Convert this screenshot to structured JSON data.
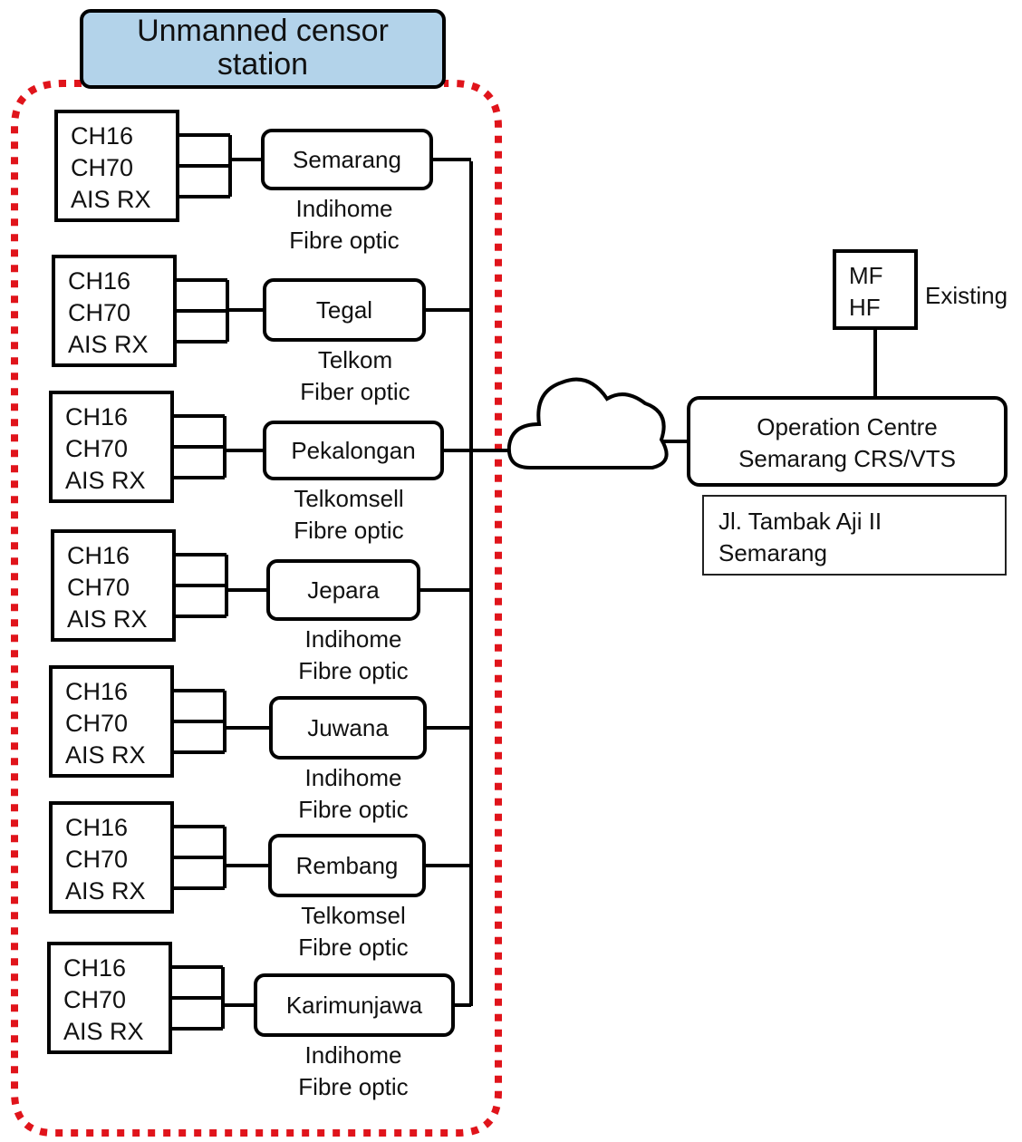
{
  "title": {
    "line1": "Unmanned  censor",
    "line2": "station"
  },
  "stations": [
    {
      "channels": [
        "CH16",
        "CH70",
        "AIS RX"
      ],
      "name": "Semarang",
      "provider": "Indihome",
      "link": "Fibre optic"
    },
    {
      "channels": [
        "CH16",
        "CH70",
        "AIS RX"
      ],
      "name": "Tegal",
      "provider": "Telkom",
      "link": "Fiber optic"
    },
    {
      "channels": [
        "CH16",
        "CH70",
        "AIS RX"
      ],
      "name": "Pekalongan",
      "provider": "Telkomsell",
      "link": "Fibre optic"
    },
    {
      "channels": [
        "CH16",
        "CH70",
        "AIS RX"
      ],
      "name": "Jepara",
      "provider": "Indihome",
      "link": "Fibre optic"
    },
    {
      "channels": [
        "CH16",
        "CH70",
        "AIS RX"
      ],
      "name": "Juwana",
      "provider": "Indihome",
      "link": "Fibre optic"
    },
    {
      "channels": [
        "CH16",
        "CH70",
        "AIS RX"
      ],
      "name": "Rembang",
      "provider": "Telkomsel",
      "link": "Fibre optic"
    },
    {
      "channels": [
        "CH16",
        "CH70",
        "AIS RX"
      ],
      "name": "Karimunjawa",
      "provider": "Indihome",
      "link": "Fibre optic"
    }
  ],
  "operation_centre": {
    "line1": "Operation Centre",
    "line2": "Semarang CRS/VTS"
  },
  "address": {
    "line1": "Jl. Tambak Aji II",
    "line2": "Semarang"
  },
  "existing": {
    "bands": [
      "MF",
      "HF"
    ],
    "label": "Existing"
  },
  "colors": {
    "title_fill": "#b3d3ea",
    "boundary": "#e0141b",
    "line": "#000000"
  }
}
